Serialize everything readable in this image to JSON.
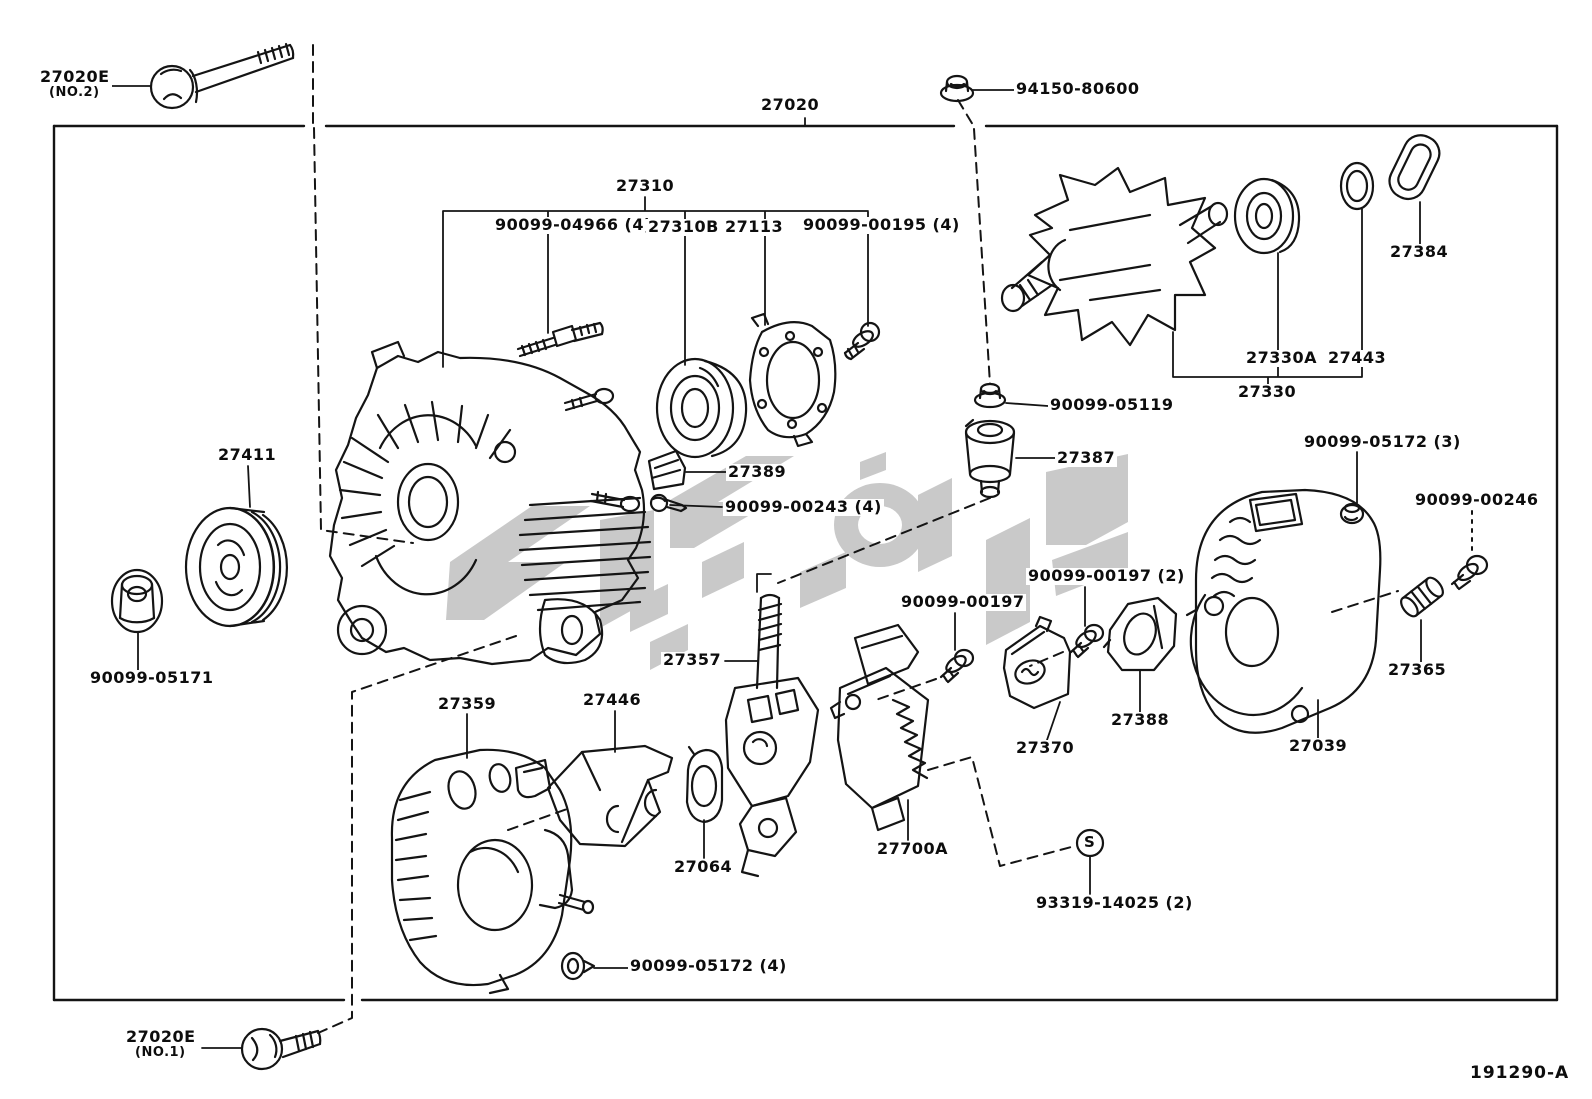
{
  "diagram": {
    "drawing_code": "191290-A",
    "assembly_symbol": "S",
    "colors": {
      "line": "#141414",
      "watermark": "#c9c9c9",
      "background": "#ffffff"
    },
    "labels": {
      "bolt_no2": {
        "text": "27020E",
        "sub": "(NO.2)"
      },
      "alternator_assy": {
        "text": "27020"
      },
      "nut_94150": {
        "text": "94150-80600"
      },
      "frame_assy": {
        "text": "27310"
      },
      "stud_90099_04966": {
        "text": "90099-04966 (4)"
      },
      "bearing_27310b": {
        "text": "27310B"
      },
      "retainer_27113": {
        "text": "27113"
      },
      "bolt_90099_00195": {
        "text": "90099-00195 (4)"
      },
      "cover_27384": {
        "text": "27384"
      },
      "bearing_27330a": {
        "text": "27330A"
      },
      "ring_27443": {
        "text": "27443"
      },
      "rotor_27330": {
        "text": "27330"
      },
      "nut_90099_05119": {
        "text": "90099-05119"
      },
      "insulator_27387": {
        "text": "27387"
      },
      "terminal_27389": {
        "text": "27389"
      },
      "screw_90099_00243": {
        "text": "90099-00243 (4)"
      },
      "pulley_27411": {
        "text": "27411"
      },
      "nut_90099_05171": {
        "text": "90099-05171"
      },
      "nut_90099_05172_3": {
        "text": "90099-05172 (3)"
      },
      "bolt_90099_00246": {
        "text": "90099-00246"
      },
      "bolt_90099_00197": {
        "text": "90099-00197"
      },
      "bolt_90099_00197_2": {
        "text": "90099-00197 (2)"
      },
      "bushing_27365": {
        "text": "27365"
      },
      "stud_27357": {
        "text": "27357"
      },
      "cover_27359": {
        "text": "27359"
      },
      "bracket_27446": {
        "text": "27446"
      },
      "cover_27388": {
        "text": "27388"
      },
      "rectifier_27370": {
        "text": "27370"
      },
      "frame_27039": {
        "text": "27039"
      },
      "gasket_27064": {
        "text": "27064"
      },
      "regulator_27700a": {
        "text": "27700A"
      },
      "screw_93319_14025": {
        "text": "93319-14025 (2)"
      },
      "screw_90099_05172_4": {
        "text": "90099-05172 (4)"
      },
      "bolt_no1": {
        "text": "27020E",
        "sub": "(NO.1)"
      }
    }
  }
}
